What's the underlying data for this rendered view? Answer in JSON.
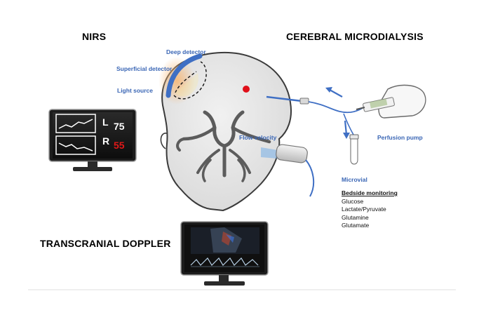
{
  "titles": {
    "nirs": "NIRS",
    "microdialysis": "CEREBRAL MICRODIALYSIS",
    "doppler": "TRANSCRANIAL DOPPLER"
  },
  "nirs_labels": {
    "deep_detector": "Deep detector",
    "superficial_detector": "Superficial detector",
    "light_source": "Light source"
  },
  "nirs_monitor": {
    "left_label": "L",
    "left_value": "75",
    "right_label": "R",
    "right_value": "55"
  },
  "doppler_labels": {
    "flow_velocity": "Flow velocity"
  },
  "microdialysis_labels": {
    "perfusion_pump": "Perfusion pump",
    "microvial": "Microvial"
  },
  "bedside": {
    "heading": "Bedside monitoring",
    "items": [
      "Glucose",
      "Lactate/Pyruvate",
      "Glutamine",
      "Glutamate"
    ]
  },
  "colors": {
    "label_blue": "#3a66b5",
    "probe_blue": "#3f6fc4",
    "glow_orange": "#f2a65a",
    "red_value": "#e01818",
    "red_dot": "#e0101a",
    "head_fill": "#e8e8e8",
    "vessel_gray": "#5c5c5c"
  },
  "icons": {
    "monitor": "monitor-icon",
    "syringe_pump": "syringe-pump-icon",
    "doppler_probe": "doppler-probe-icon",
    "microvial": "microvial-icon"
  }
}
